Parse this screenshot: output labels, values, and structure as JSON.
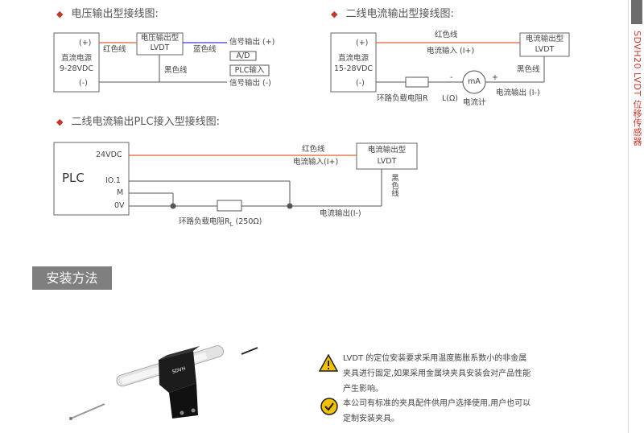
{
  "sidebar": {
    "vertical_label": "SDVH20 LVDT 位移传感器"
  },
  "diagram_voltage": {
    "heading": "电压输出型接线图:",
    "source_plus": "(+)",
    "source_label1": "直流电源",
    "source_label2": "9-28VDC",
    "source_minus": "(-)",
    "red_wire": "红色线",
    "blue_wire": "蓝色线",
    "black_wire": "黑色线",
    "box_line1": "电压输出型",
    "box_line2": "LVDT",
    "signal_plus": "信号输出 (+)",
    "ad_label": "A/D",
    "plc_input": "PLC输入",
    "signal_minus": "信号输出 (-)"
  },
  "diagram_current": {
    "heading": "二线电流输出型接线图:",
    "source_plus": "(+)",
    "source_label1": "直流电源",
    "source_label2": "15-28VDC",
    "source_minus": "(-)",
    "red_wire": "红色线",
    "current_in": "电流输入 (I+)",
    "black_wire": "黑色线",
    "box_line1": "电流输出型",
    "box_line2": "LVDT",
    "resistor_label": "环路负载电阻R",
    "l_omega": "L(Ω)",
    "meter": "mA",
    "meter_label": "电流计",
    "minus": "-",
    "plus": "+",
    "current_out": "电流输出 (I-)"
  },
  "diagram_plc": {
    "heading": "二线电流输出PLC接入型接线图:",
    "plc_label": "PLC",
    "v24": "24VDC",
    "io": "IO.1",
    "m": "M",
    "zero_v": "0V",
    "red_wire": "红色线",
    "current_in": "电流输入(I+)",
    "box_line1": "电流输出型",
    "box_line2": "LVDT",
    "black_wire": "黑色线",
    "resistor_label": "环路负载电阻R",
    "resistor_sub": "L",
    "resistor_value": "(250Ω)",
    "current_out": "电流输出(I-)"
  },
  "install": {
    "title": "安装方法",
    "note1_line1": "LVDT 的定位安装要求采用温度膨胀系数小的非金属",
    "note1_line2": "夹具进行固定,如果采用金属块夹具安装会对产品性能",
    "note1_line3": "产生影响。",
    "note2_line1": "本公司有标准的夹具配件供用户选择使用,用户也可以",
    "note2_line2": "定制安装夹具。",
    "product_brand": "SDVH"
  },
  "colors": {
    "accent": "#c0392b",
    "red_wire": "#d9632e",
    "blue_wire": "#3b3bd6",
    "title_bg": "#7f7f7f",
    "warning": "#f2c200"
  },
  "icons": {
    "bullet": "diamond-icon",
    "warn": "warning-icon",
    "ok": "check-icon"
  }
}
